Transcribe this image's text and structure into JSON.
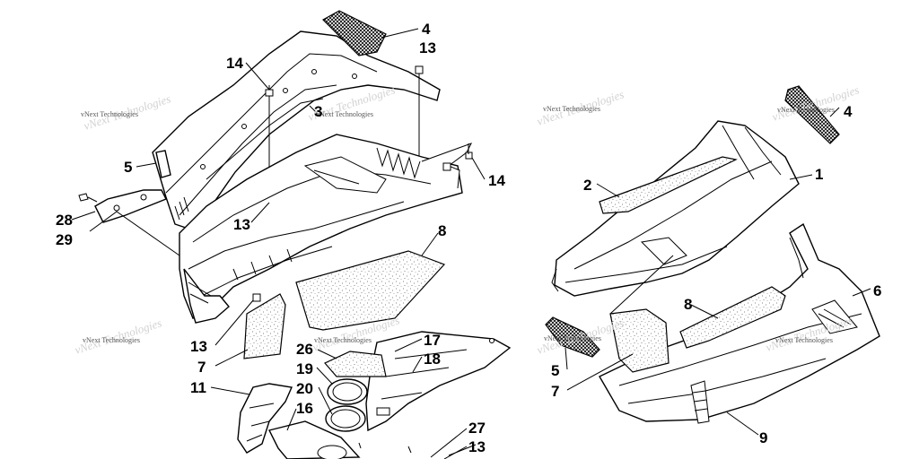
{
  "watermark": "vNext Technologies",
  "callouts": {
    "c4a": "4",
    "c13a": "13",
    "c14a": "14",
    "c3": "3",
    "c5a": "5",
    "c14b": "14",
    "c28": "28",
    "c29": "29",
    "c13b": "13",
    "c8a": "8",
    "c13c": "13",
    "c7a": "7",
    "c26": "26",
    "c19": "19",
    "c17": "17",
    "c18": "18",
    "c11": "11",
    "c20": "20",
    "c16": "16",
    "c27": "27",
    "c13d": "13",
    "c4b": "4",
    "c2": "2",
    "c1": "1",
    "c6": "6",
    "c8b": "8",
    "c5b": "5",
    "c7b": "7",
    "c9": "9"
  }
}
